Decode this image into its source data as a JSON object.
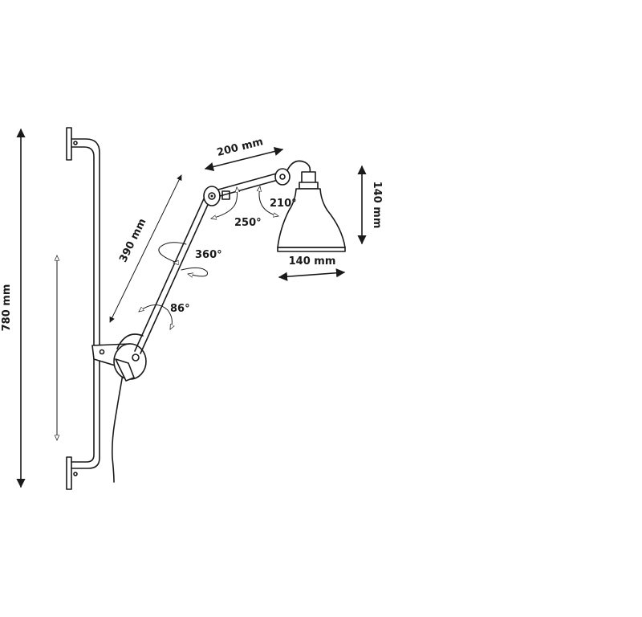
{
  "dimensions": {
    "total_height": "780 mm",
    "arm_lower": "390 mm",
    "arm_upper": "200 mm",
    "shade_height": "140 mm",
    "shade_width": "140 mm"
  },
  "angles": {
    "base_tilt": "86°",
    "arm_rotation": "360°",
    "elbow": "250°",
    "head": "210°"
  },
  "colors": {
    "line": "#1a1a1a",
    "background": "#ffffff"
  }
}
